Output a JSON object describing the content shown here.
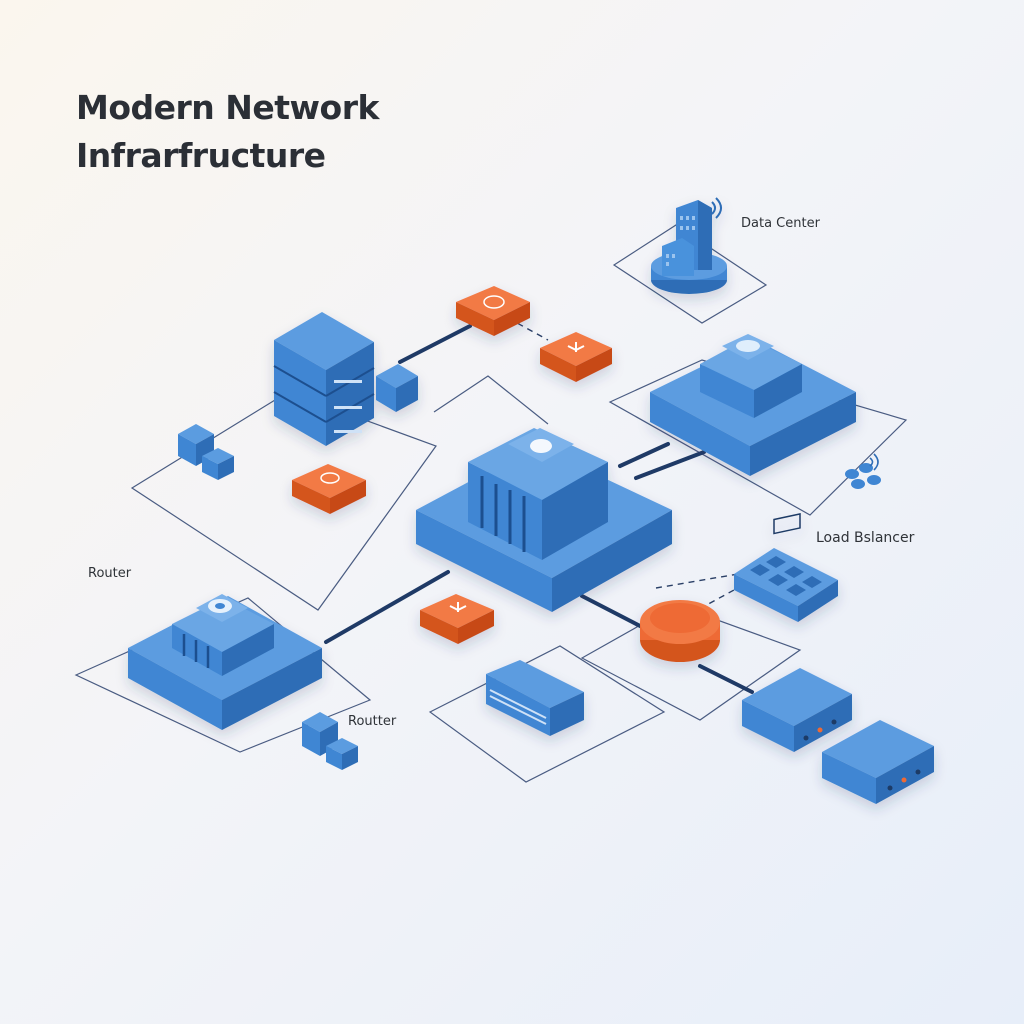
{
  "title": {
    "line1": "Modern Network",
    "line2": "Infrarfructure"
  },
  "labels": {
    "data_center": "Data Center",
    "load_balancer": "Load Bslancer",
    "router_left": "Router",
    "router_bottom": "Routter"
  },
  "colors": {
    "device_blue": "#3f86d3",
    "device_blue_dark": "#2e6db6",
    "device_blue_light": "#5b9ce0",
    "accent_orange": "#ee6a35",
    "line_navy": "#1f3a66",
    "outline_navy": "#3b4f78"
  }
}
